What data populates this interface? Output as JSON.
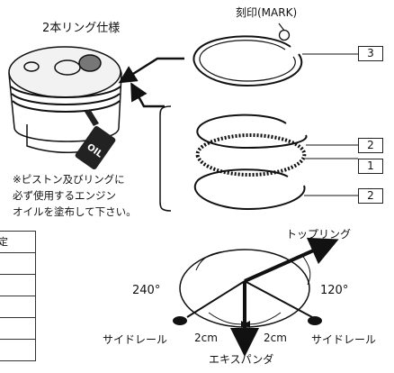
{
  "labels": {
    "two_ring_spec": "2本リング仕様",
    "mark": "刻印(MARK)",
    "note_line1": "※ピストン及びリングに",
    "note_line2": "必ず使用するエンジン",
    "note_line3": "オイルを塗布して下さい。",
    "oil": "OIL",
    "top_ring": "トップリング",
    "deg_240": "240°",
    "deg_120": "120°",
    "side_rail_left": "サイドレール",
    "side_rail_right": "サイドレール",
    "gap_left": "2cm",
    "gap_right": "2cm",
    "expander": "エキスパンダ"
  },
  "ring_numbers": {
    "top": "3",
    "upper_rail": "2",
    "expander": "1",
    "lower_rail": "2"
  },
  "table": {
    "header": "定",
    "rows": [
      "",
      "",
      "",
      "",
      ""
    ]
  },
  "colors": {
    "line": "#111111",
    "background": "#ffffff"
  }
}
